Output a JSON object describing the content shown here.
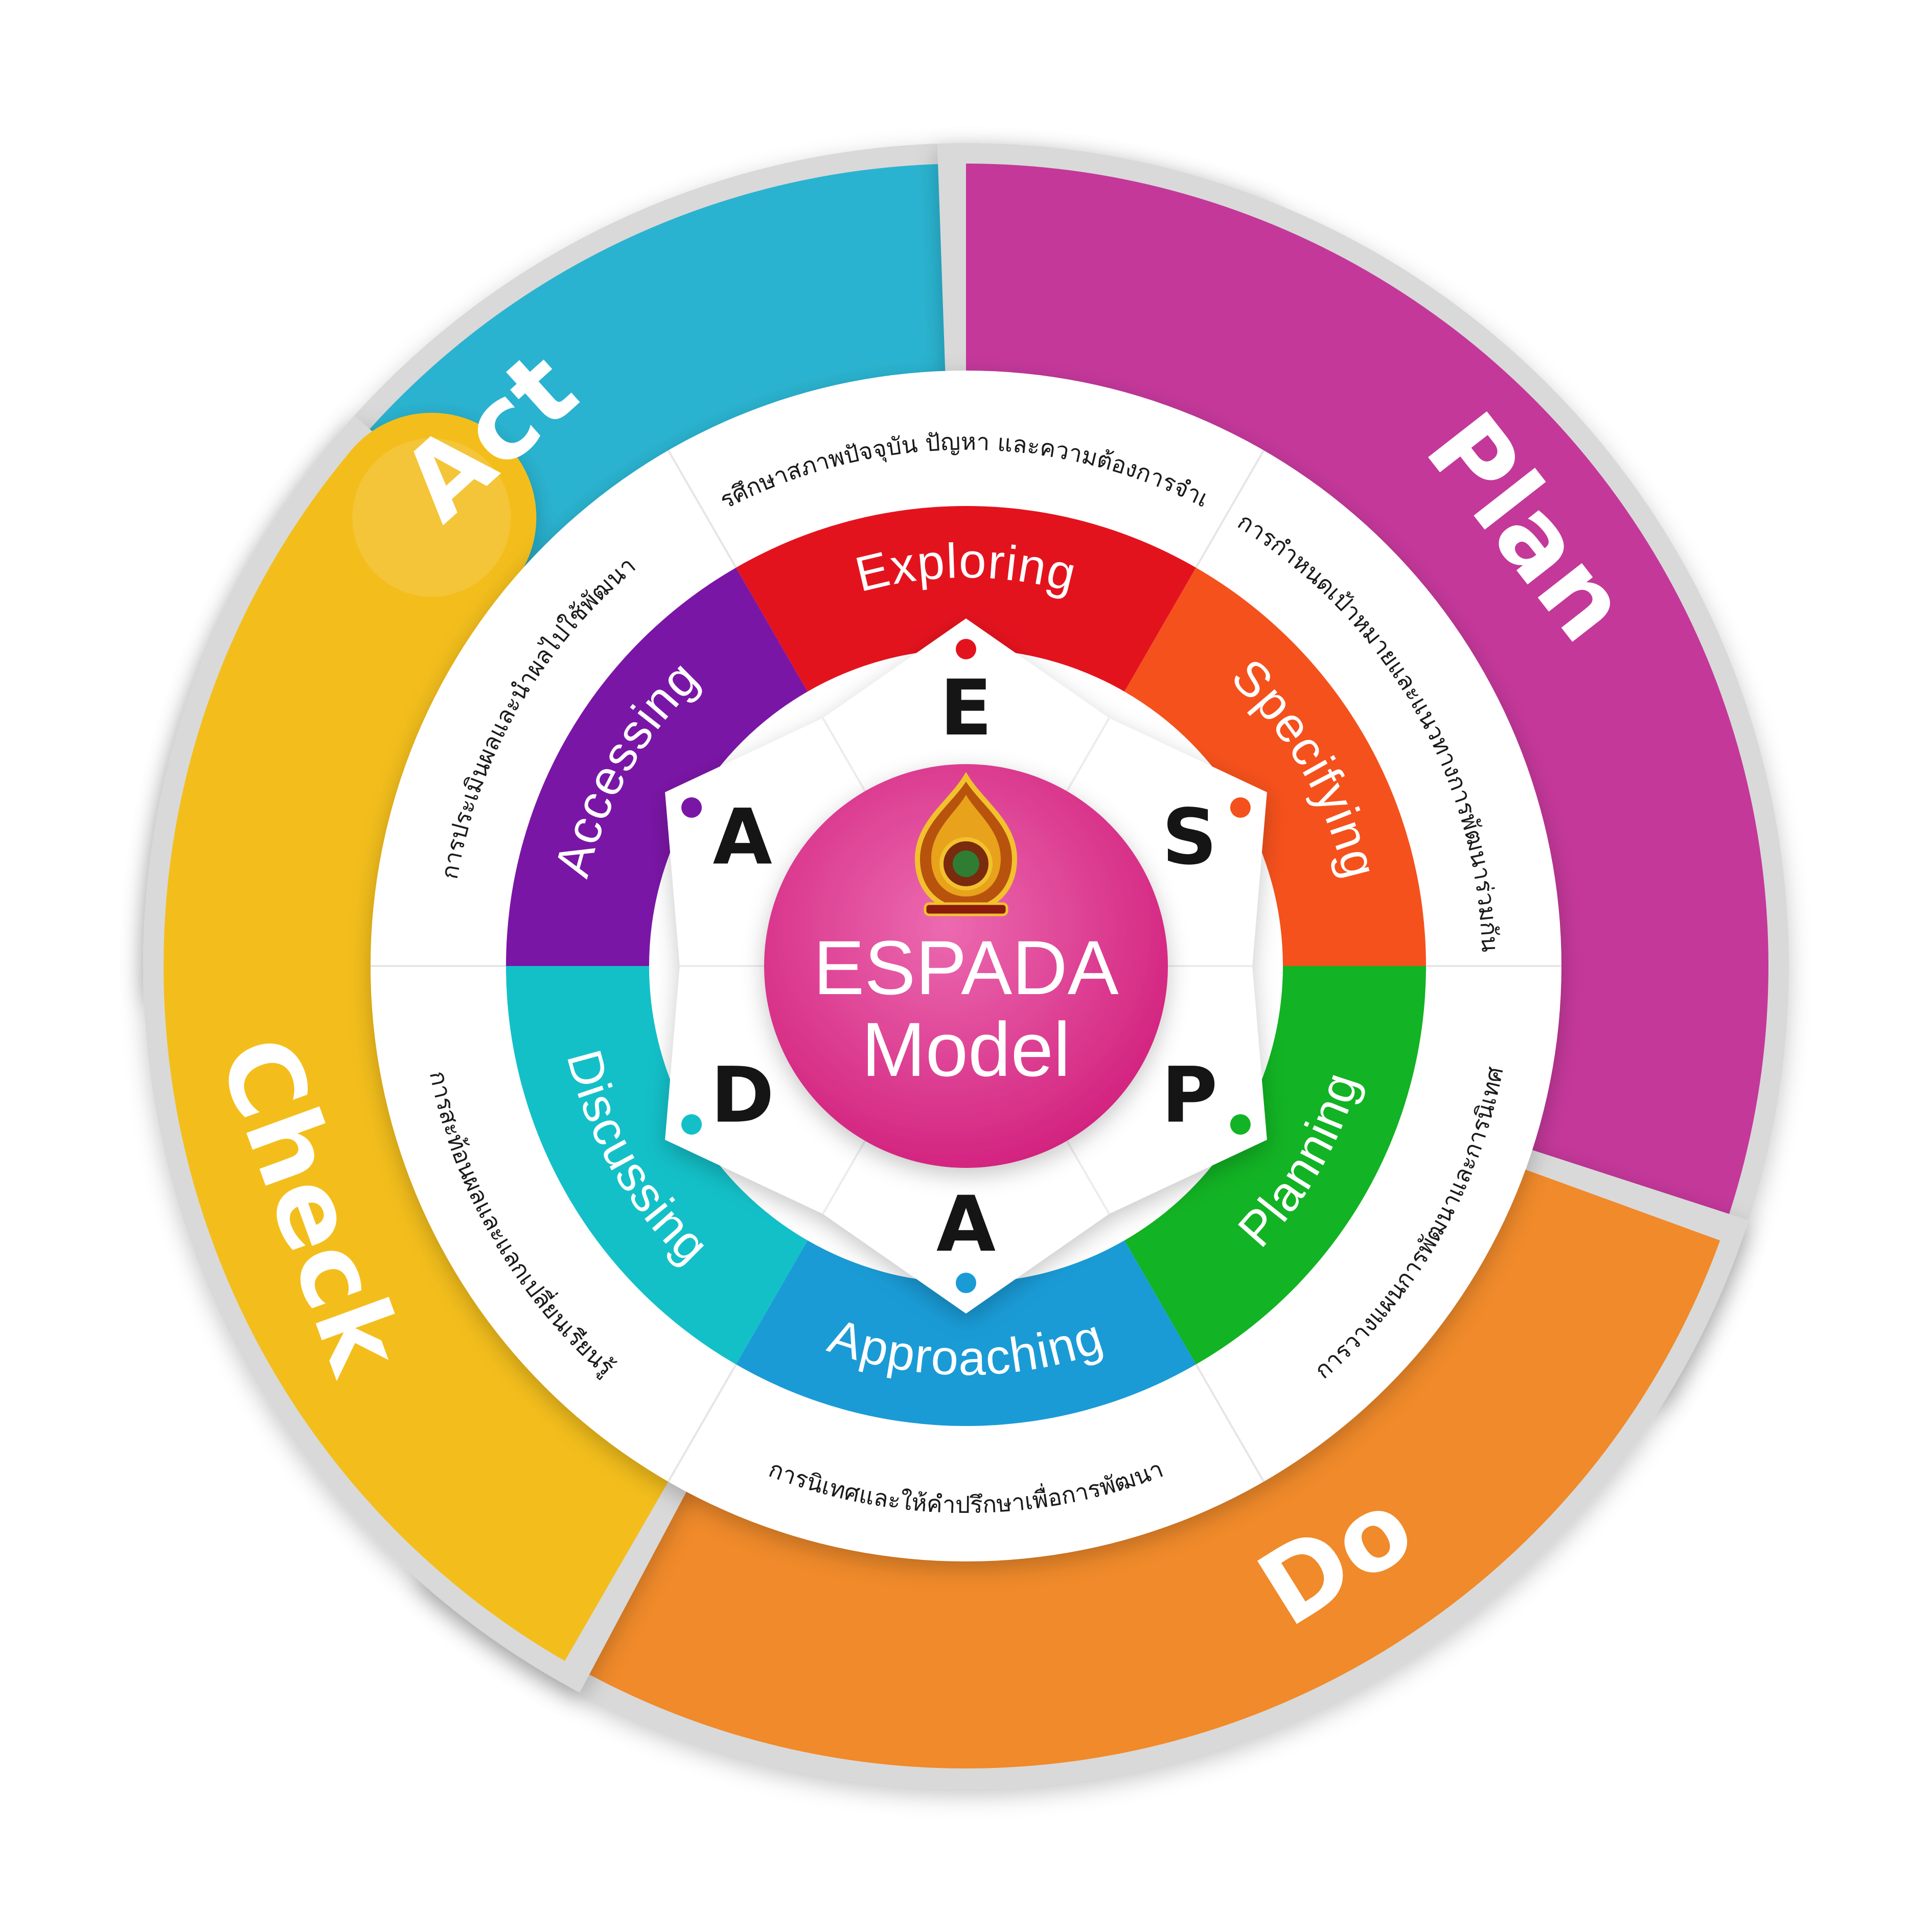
{
  "diagram": {
    "title_line1": "ESPADA",
    "title_line2": "Model",
    "logo": "obec-emblem-icon"
  },
  "pdca": [
    {
      "id": "act",
      "label": "Act",
      "color": "#2BB3D0"
    },
    {
      "id": "plan",
      "label": "Plan",
      "color": "#C4379A"
    },
    {
      "id": "do",
      "label": "Do",
      "color": "#F08A2C"
    },
    {
      "id": "check",
      "label": "Check",
      "color": "#F3BE1C"
    }
  ],
  "steps": [
    {
      "id": "exploring",
      "letter": "E",
      "label": "Exploring",
      "color": "#E3131E",
      "description": "การศึกษาสภาพปัจจุบัน ปัญหา และความต้องการจำเป็น"
    },
    {
      "id": "specifying",
      "letter": "S",
      "label": "Specifying",
      "color": "#F5511C",
      "description": "การกำหนดเป้าหมายและแนวทางการพัฒนาร่วมกัน"
    },
    {
      "id": "planning",
      "letter": "P",
      "label": "Planning",
      "color": "#12B324",
      "description": "การวางแผนการพัฒนาและการนิเทศ"
    },
    {
      "id": "approaching",
      "letter": "A",
      "label": "Approaching",
      "color": "#1A9BD6",
      "description": "การนิเทศและให้คำปรึกษาเพื่อการพัฒนา"
    },
    {
      "id": "discussing",
      "letter": "D",
      "label": "Discussing",
      "color": "#13C0C8",
      "description": "การสะท้อนผลและแลกเปลี่ยนเรียนรู้"
    },
    {
      "id": "accessing",
      "letter": "A",
      "label": "Accessing",
      "color": "#7A16A6",
      "description": "การประเมินผลและนำผลไปใช้พัฒนา"
    }
  ],
  "colors": {
    "center": "#E0308C",
    "ring_white": "#ffffff",
    "petal_rim": "#d9d9d9"
  }
}
